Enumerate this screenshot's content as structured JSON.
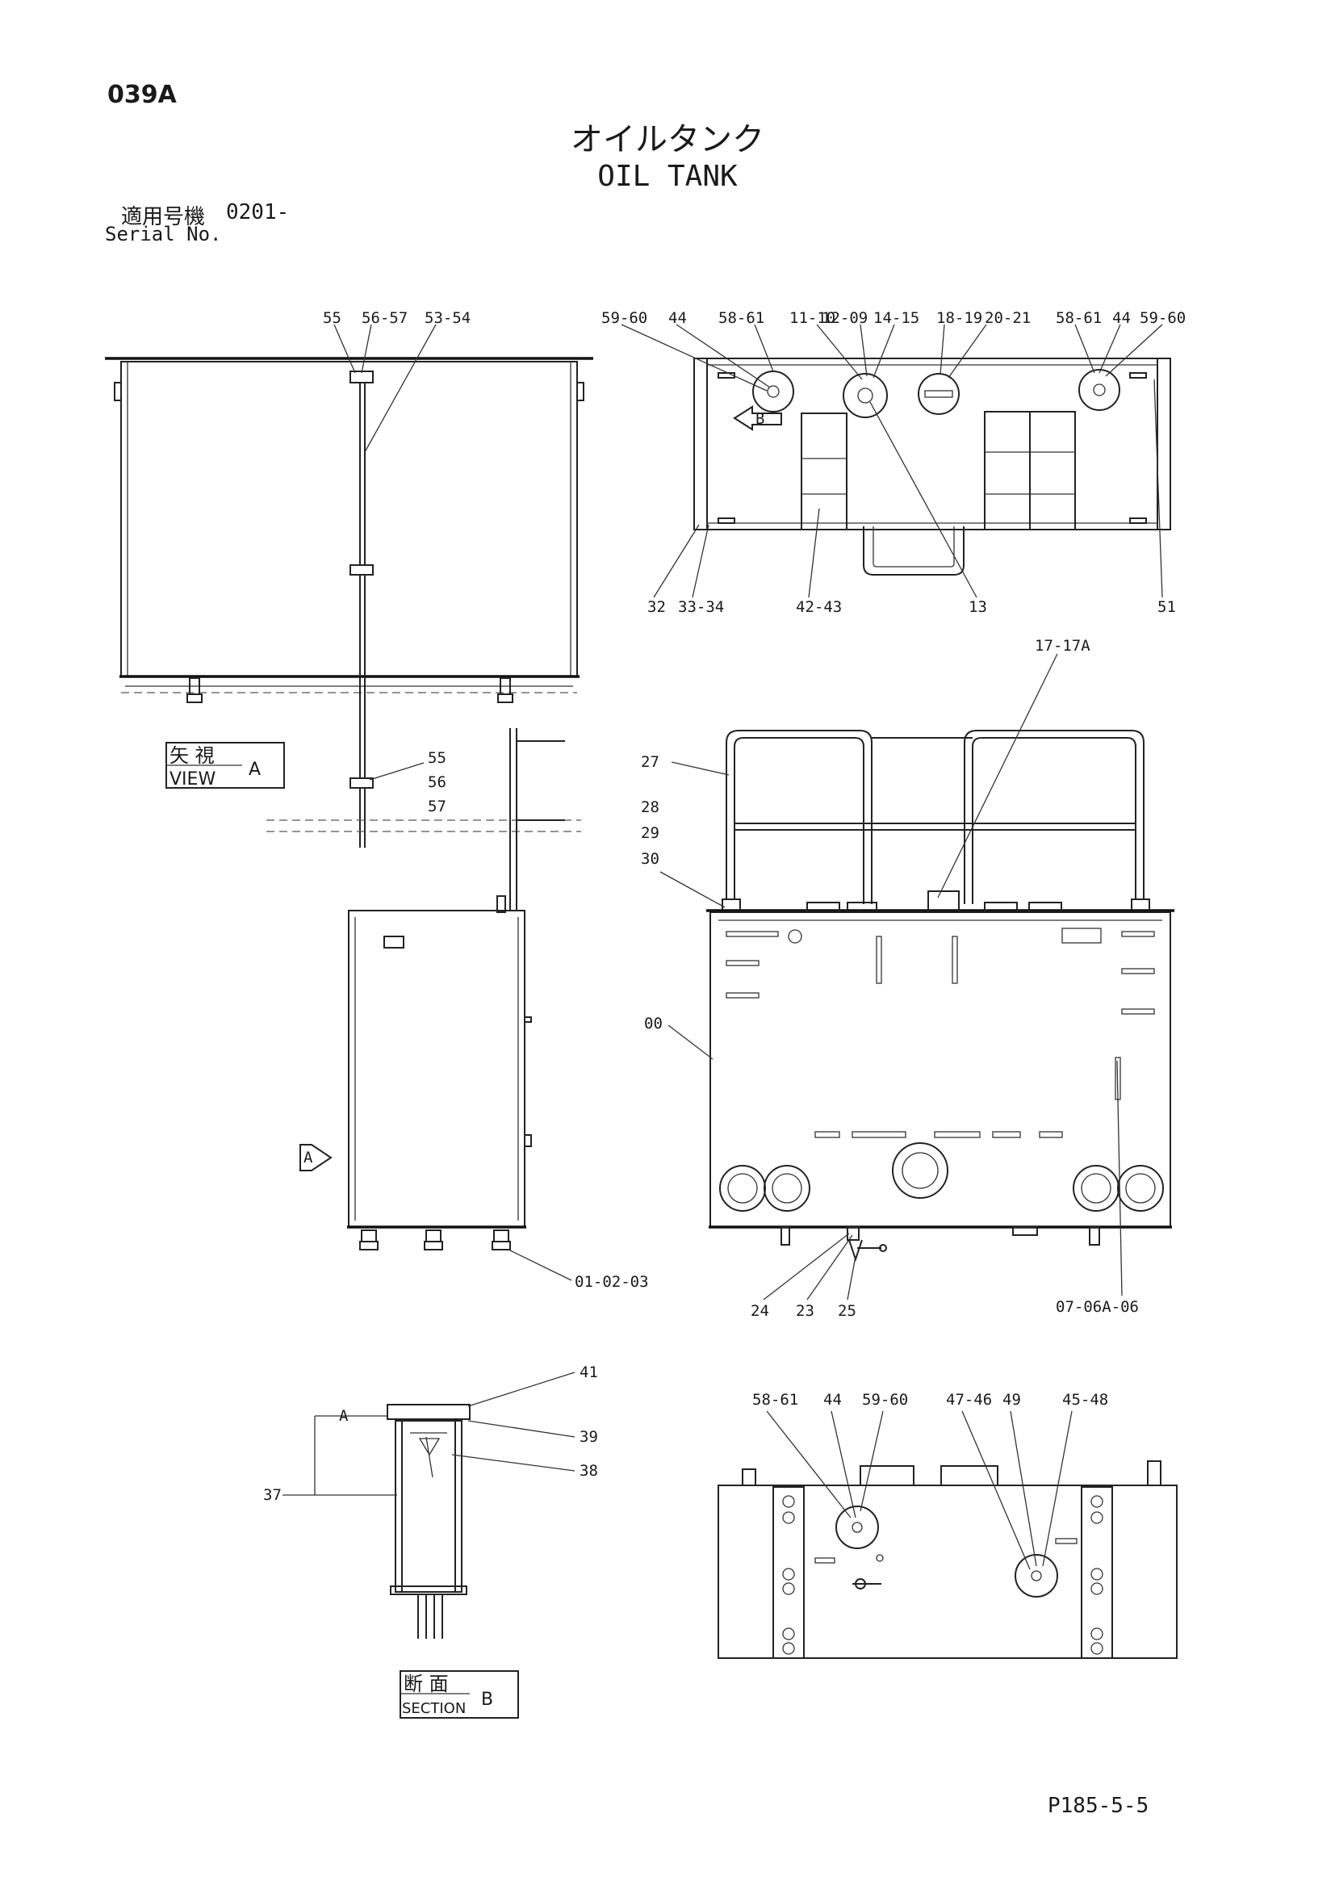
{
  "header": {
    "page_code": "039A",
    "title_ja": "オイルタンク",
    "title_en": "OIL TANK",
    "serial_label_ja": "適用号機",
    "serial_value": "0201-",
    "serial_label_en": "Serial No."
  },
  "footer": {
    "page_number": "P185-5-5"
  },
  "view_boxes": {
    "view_a": {
      "ja": "矢 視",
      "en": "VIEW",
      "letter": "A"
    },
    "section_b": {
      "ja": "断 面",
      "en": "SECTION",
      "letter": "B"
    }
  },
  "markers": {
    "arrow_b": "B",
    "arrow_a": "A",
    "section_a": "A"
  },
  "callouts": {
    "view_a_top": [
      "55",
      "56-57",
      "53-54"
    ],
    "view_a_lower": [
      "55",
      "56",
      "57"
    ],
    "top_view": [
      "59-60",
      "44",
      "58-61",
      "11-10",
      "12-09",
      "14-15",
      "18-19",
      "20-21",
      "58-61",
      "44",
      "59-60"
    ],
    "top_view_bottom": [
      "32",
      "33-34",
      "42-43",
      "13",
      "51"
    ],
    "front_view": [
      "17-17A",
      "27",
      "28",
      "29",
      "30",
      "00",
      "24",
      "23",
      "25",
      "07-06A-06"
    ],
    "side_view": [
      "01-02-03"
    ],
    "section": [
      "41",
      "39",
      "38",
      "37"
    ],
    "bottom_view": [
      "58-61",
      "44",
      "59-60",
      "47-46",
      "49",
      "45-48"
    ]
  }
}
